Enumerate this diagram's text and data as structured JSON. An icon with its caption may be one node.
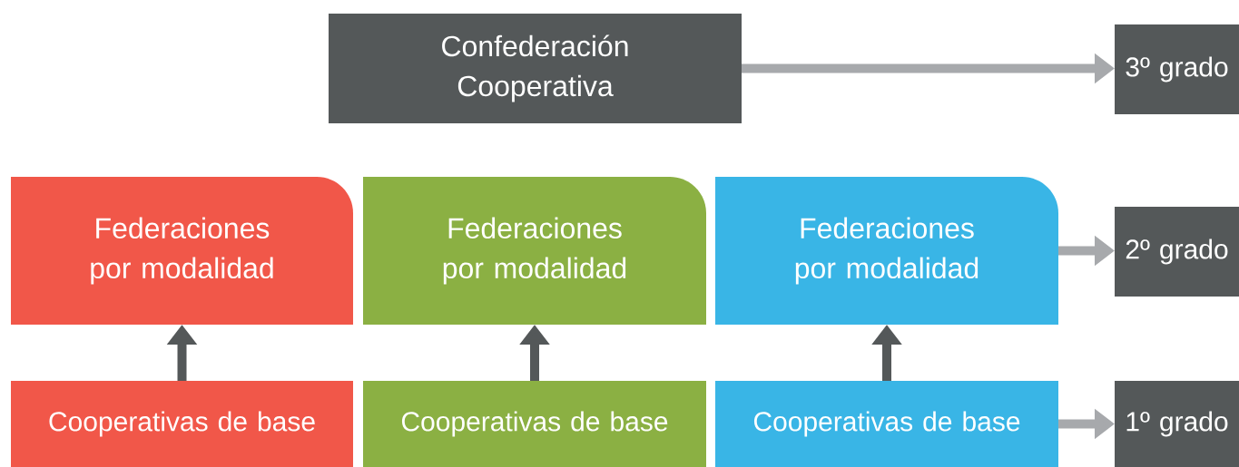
{
  "diagram": {
    "nodes": [
      {
        "text": [
          "Confederación Cooperativa"
        ]
      },
      {
        "text": [
          "3º grado"
        ]
      },
      {
        "text": [
          "Federaciones por modalidad"
        ]
      },
      {
        "text": [
          "Federaciones por modalidad"
        ]
      },
      {
        "text": [
          "Federaciones por modalidad"
        ]
      },
      {
        "text": [
          "2º grado"
        ]
      },
      {
        "text": [
          "Cooperativas  de base"
        ]
      },
      {
        "text": [
          "Cooperativas  de base"
        ]
      },
      {
        "text": [
          "Cooperativas  de base"
        ]
      },
      {
        "text": [
          "1º grado"
        ]
      }
    ],
    "edges": [
      {
        "from": 0,
        "to": 1,
        "arrow": "to",
        "color": "#a7a9ac"
      },
      {
        "from": 4,
        "to": 5,
        "arrow": "to",
        "color": "#a7a9ac"
      },
      {
        "from": 6,
        "to": 2,
        "arrow": "to",
        "color": "#545859"
      },
      {
        "from": 7,
        "to": 3,
        "arrow": "to",
        "color": "#545859"
      },
      {
        "from": 8,
        "to": 4,
        "arrow": "to",
        "color": "#545859"
      },
      {
        "from": 8,
        "to": 9,
        "arrow": "to",
        "color": "#a7a9ac"
      }
    ]
  }
}
